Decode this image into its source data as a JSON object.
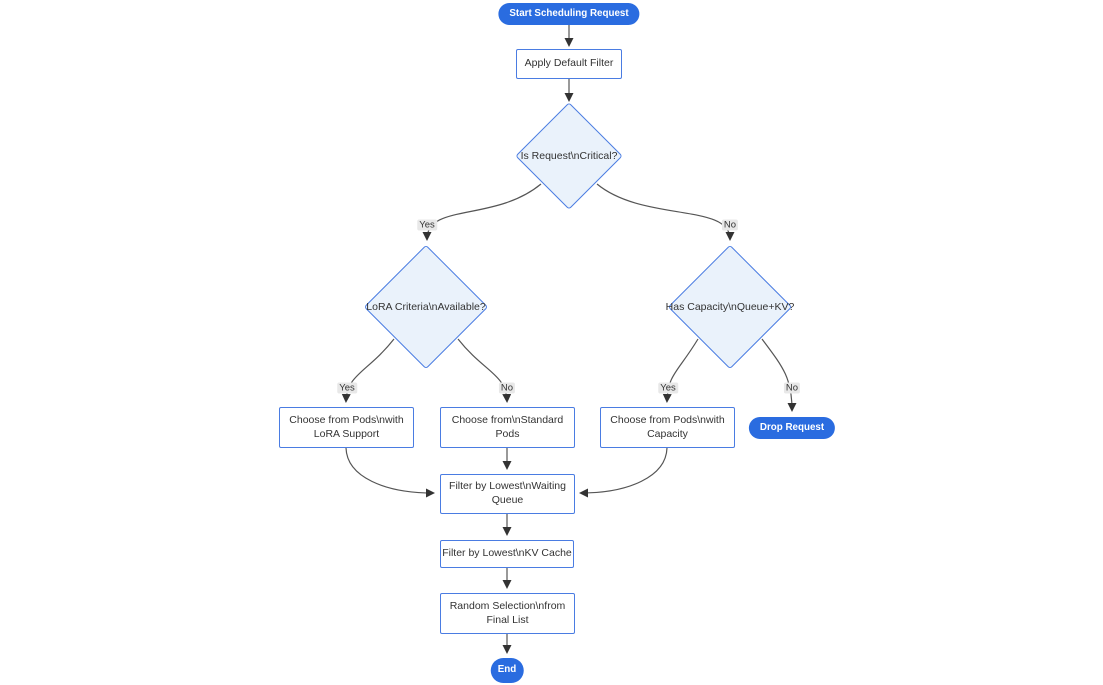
{
  "diagram": {
    "type": "flowchart",
    "colors": {
      "background": "#ffffff",
      "primary_fill": "#2a6ce0",
      "primary_text": "#ffffff",
      "node_fill": "#ffffff",
      "node_border": "#4a7ce2",
      "decision_fill": "#eaf2fb",
      "node_text": "#333333",
      "edge_line": "#555555",
      "arrowhead": "#333333",
      "edge_label_bg": "#e8e8e8"
    },
    "nodes": {
      "start": {
        "shape": "stadium",
        "label": "Start Scheduling Request"
      },
      "apply_filter": {
        "shape": "rect",
        "label": "Apply Default Filter"
      },
      "is_critical": {
        "shape": "diamond",
        "label": "Is Request\\nCritical?"
      },
      "lora_criteria": {
        "shape": "diamond",
        "label": "LoRA Criteria\\nAvailable?"
      },
      "has_capacity": {
        "shape": "diamond",
        "label": "Has Capacity\\nQueue+KV?"
      },
      "choose_lora_pods": {
        "shape": "rect",
        "label": "Choose from Pods\\nwith\nLoRA Support"
      },
      "choose_standard_pods": {
        "shape": "rect",
        "label": "Choose from\\nStandard\nPods"
      },
      "choose_capacity_pods": {
        "shape": "rect",
        "label": "Choose from Pods\\nwith\nCapacity"
      },
      "drop_request": {
        "shape": "stadium",
        "label": "Drop Request"
      },
      "filter_waiting_queue": {
        "shape": "rect",
        "label": "Filter by Lowest\\nWaiting\nQueue"
      },
      "filter_kv_cache": {
        "shape": "rect",
        "label": "Filter by Lowest\\nKV Cache"
      },
      "random_selection": {
        "shape": "rect",
        "label": "Random Selection\\nfrom\nFinal List"
      },
      "end": {
        "shape": "stadium",
        "label": "End"
      }
    },
    "edge_labels": {
      "critical_yes": "Yes",
      "critical_no": "No",
      "lora_yes": "Yes",
      "lora_no": "No",
      "capacity_yes": "Yes",
      "capacity_no": "No"
    }
  }
}
